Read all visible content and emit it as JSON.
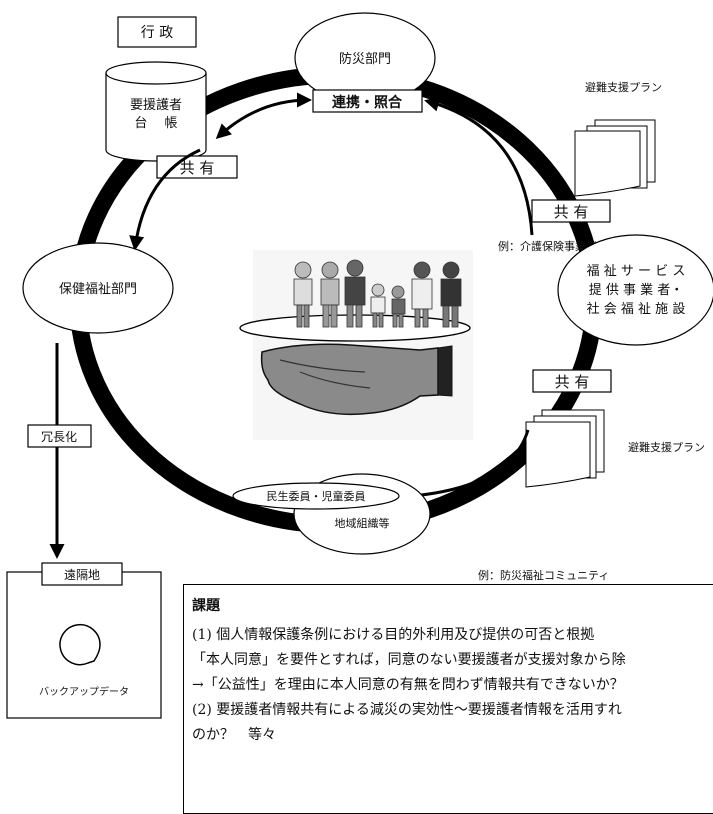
{
  "actors": {
    "gov_tag": "行 政",
    "ledger": [
      "要援護者",
      "台　 帳"
    ],
    "disaster_dept": "防災部門",
    "health_dept": "保健福祉部門",
    "welfare": [
      "福 祉 サ ー ビ ス",
      "提 供 事 業 者・",
      "社 会 福 祉 施 設"
    ],
    "community_inner": "民生委員・児童委員",
    "community_outer": "地域組織等"
  },
  "labels": {
    "link_check": "連携・照合",
    "share1": "共 有",
    "share2": "共 有",
    "share3": "共 有",
    "plan_top": "避難支援プラン",
    "plan_bottom": "避難支援プラン",
    "example_care": "例：介護保険事業者",
    "example_community": "例：防災福祉コミュニティ",
    "redundancy": "冗長化",
    "remote_site": "遠隔地",
    "backup": "バックアップデータ"
  },
  "issues": {
    "title": "課題",
    "lines": [
      "(1) 個人情報保護条例における目的外利用及び提供の可否と根拠",
      "「本人同意」を要件とすれば，同意のない要援護者が支援対象から除",
      "→「公益性」を理由に本人同意の有無を問わず情報共有できないか？",
      "(2) 要援護者情報共有による減災の実効性～要援護者情報を活用すれ",
      "のか？　等々"
    ]
  }
}
